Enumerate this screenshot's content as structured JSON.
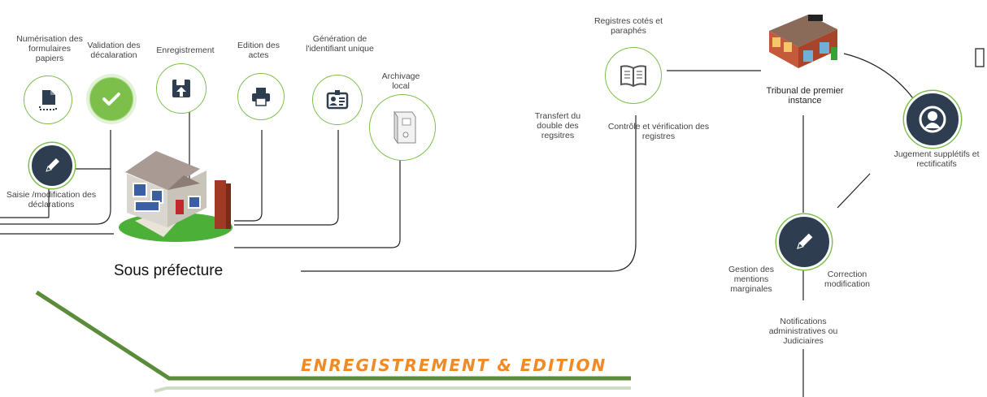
{
  "colors": {
    "accent_green": "#7cc04b",
    "dark_navy": "#2e3e50",
    "banner_orange": "#f08a24",
    "stripe_green": "#5a8c3a"
  },
  "labels": {
    "numerisation": "Numérisation des formulaires papiers",
    "validation": "Validation des décalaration",
    "enregistrement": "Enregistrement",
    "edition": "Edition des actes",
    "generation": "Génération de l'identifiant unique",
    "archivage": "Archivage local",
    "saisie": "Saisie /modification des déclarations",
    "sous_prefecture": "Sous préfecture",
    "registres_cotes": "Registres cotés et paraphés",
    "transfert": "Transfert du double des regsitres",
    "controle": "Contrôle et vérification des registres",
    "tribunal": "Tribunal de premier instance",
    "jugement": "Jugement supplétifs et rectificatifs",
    "gestion_mentions": "Gestion des mentions marginales",
    "correction": "Correction modification",
    "notifications": "Notifications administratives ou Judiciaires",
    "banner": "ENREGISTREMENT & EDITION"
  },
  "icons": {
    "numerisation": "scan-document-icon",
    "validation": "checkmark-icon",
    "enregistrement": "save-disk-icon",
    "edition": "printer-icon",
    "generation": "id-badge-icon",
    "archivage": "binder-icon",
    "saisie": "pencil-icon",
    "registres": "open-book-icon",
    "tribunal": "building-icon",
    "jugement": "person-icon",
    "gestion": "pencil-icon",
    "house": "house-icon"
  }
}
